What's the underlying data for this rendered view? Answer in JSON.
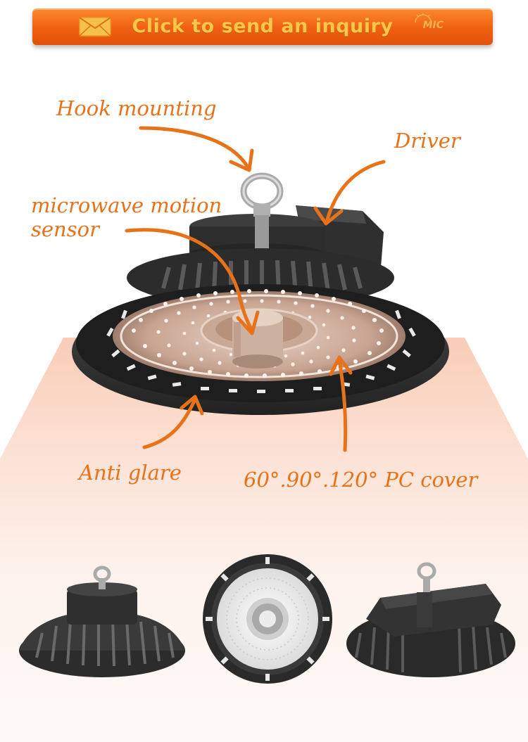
{
  "banner": {
    "text": "Click to send an inquiry",
    "icon": "mail-icon",
    "logo_text": "MIC",
    "color_top": "#fb8a2c",
    "color_bottom": "#e0520a",
    "text_color": "#f6c84a"
  },
  "callouts": {
    "hook": "Hook mounting",
    "driver": "Driver",
    "sensor_line1": "microwave motion",
    "sensor_line2": "sensor",
    "anti_glare": "Anti glare",
    "cover": "60°.90°.120° PC cover",
    "color": "#e8721a"
  }
}
